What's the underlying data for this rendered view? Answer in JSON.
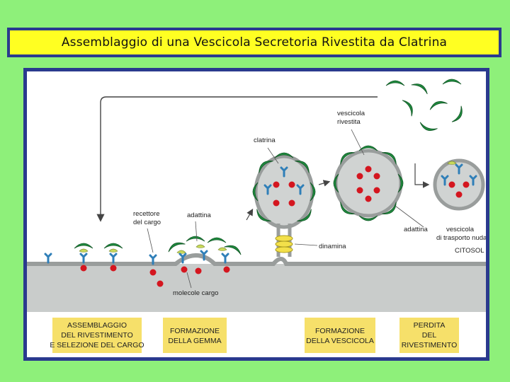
{
  "title": "Assemblaggio di una Vescicola Secretoria Rivestita da Clatrina",
  "labels": {
    "clatrina": "clatrina",
    "vescicola_rivestita_1": "vescicola",
    "vescicola_rivestita_2": "rivestita",
    "recettore_1": "recettore",
    "recettore_2": "del cargo",
    "adattina_left": "adattina",
    "adattina_right": "adattina",
    "dinamina": "dinamina",
    "vescicola_nuda_1": "vescicola",
    "vescicola_nuda_2": "di trasporto nuda",
    "citosol": "CITOSOL",
    "molecole_cargo": "molecole cargo"
  },
  "stages": [
    {
      "lines": [
        "ASSEMBLAGGIO",
        "DEL RIVESTIMENTO",
        "E SELEZIONE DEL CARGO"
      ]
    },
    {
      "lines": [
        "FORMAZIONE",
        "DELLA GEMMA"
      ]
    },
    {
      "lines": [
        "FORMAZIONE",
        "DELLA VESCICOLA"
      ]
    },
    {
      "lines": [
        "PERDITA",
        "DEL",
        "RIVESTIMENTO"
      ]
    }
  ],
  "colors": {
    "background": "#8ef07a",
    "frame": "#2a3a8e",
    "title_bg": "#ffff22",
    "clathrin": "#1f8a3e",
    "adaptin": "#c9d95a",
    "receptor": "#2f7fb8",
    "cargo": "#d4161f",
    "membrane": "#bfc3c2",
    "stage_box": "#f6e06a"
  }
}
